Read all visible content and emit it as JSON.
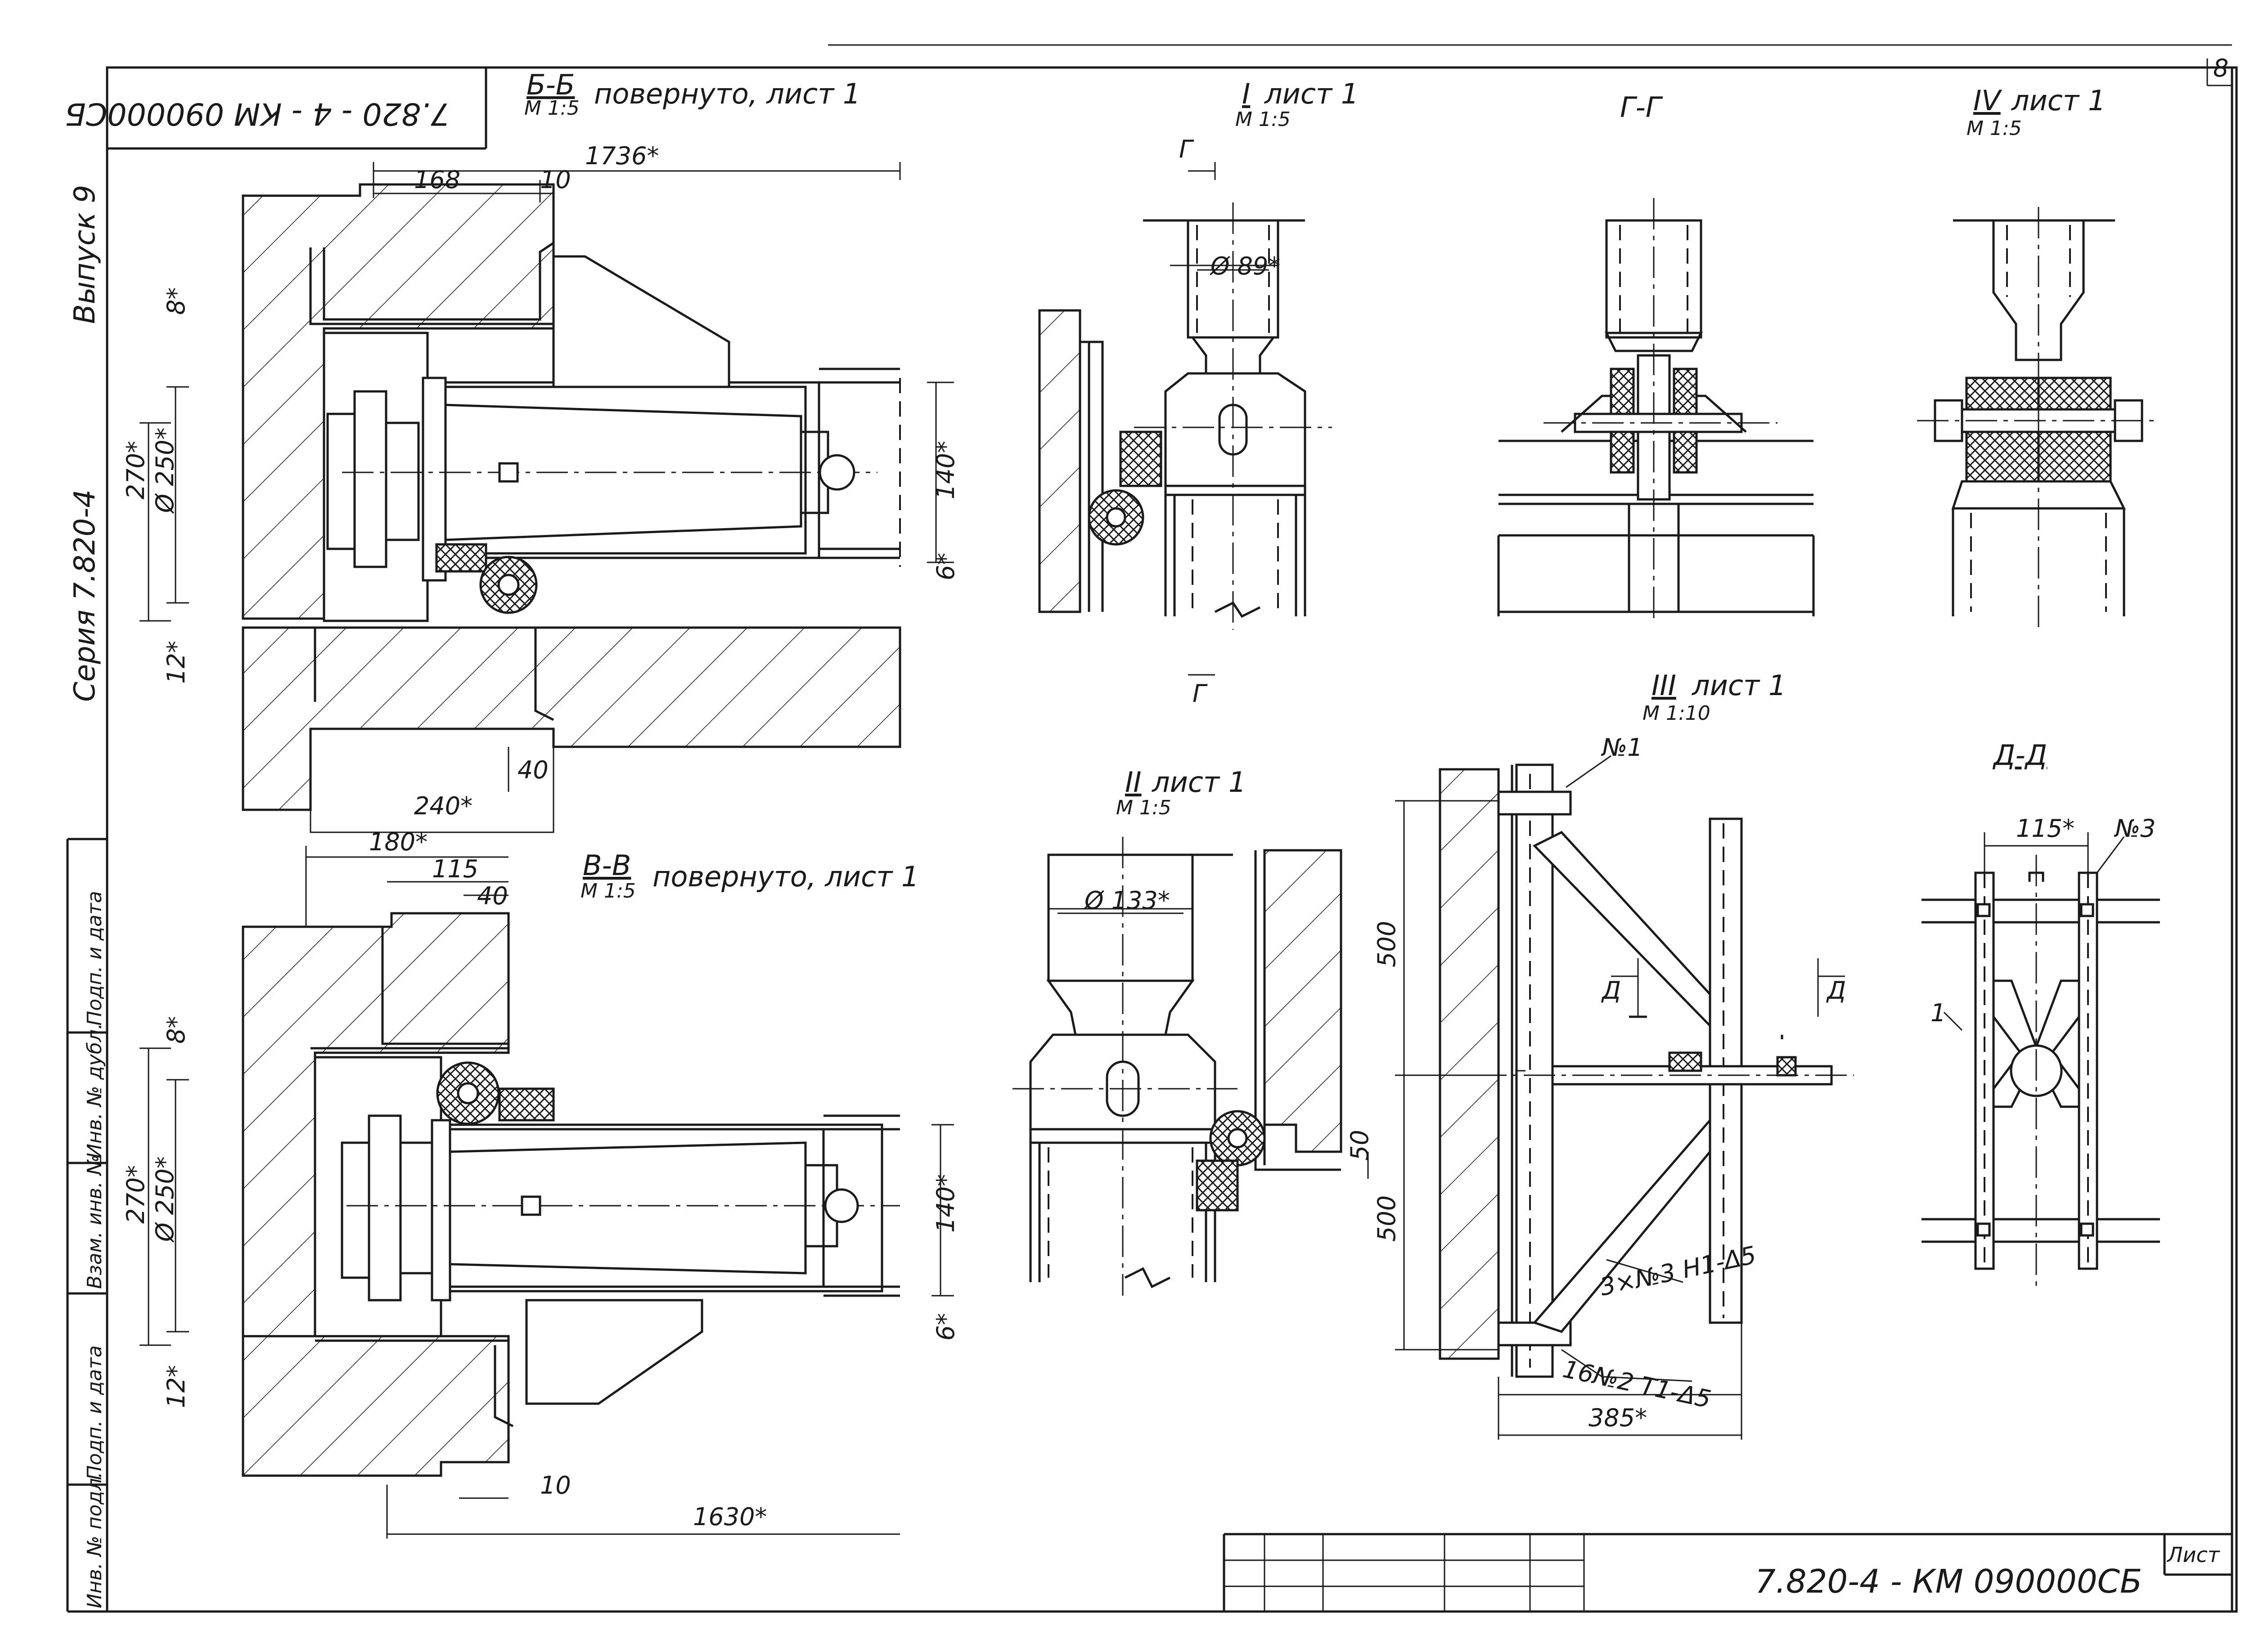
{
  "sheet_number": "8",
  "document_code": "7.820 - 4 - КМ 090000СБ",
  "side_labels": {
    "vypusk": "Выпуск 9",
    "seriya": "Серия 7.820-4"
  },
  "title_block_side": {
    "col1": "Подп. и дата",
    "col2": "Инв. № дубл.",
    "col3": "Взам. инв. №",
    "col4": "Подп. и дата",
    "col5": "Инв. № подл."
  },
  "stamp": {
    "code": "7.820-4 - КМ 090000СБ",
    "list_label": "Лист"
  },
  "views": {
    "bb": {
      "title_num": "Б-Б",
      "title_scale": "М 1:5",
      "title_rest": "повернуто, лист 1",
      "dims": {
        "d1736": "1736*",
        "d168": "168",
        "d10a": "10",
        "d8": "8*",
        "d270": "270*",
        "d250": "Ø 250*",
        "d140": "140*",
        "d6": "6*",
        "d12": "12*",
        "d40": "40",
        "d240": "240*"
      }
    },
    "vv": {
      "title_num": "В-В",
      "title_scale": "М 1:5",
      "title_rest": "повернуто, лист 1",
      "dims": {
        "d180": "180*",
        "d115": "115",
        "d40": "40",
        "d8": "8*",
        "d270": "270*",
        "d250": "Ø 250*",
        "d140": "140*",
        "d6": "6*",
        "d12": "12*",
        "d10": "10",
        "d1630": "1630*"
      }
    },
    "v1": {
      "title_num": "I",
      "title_rest": "лист 1",
      "title_scale": "М 1:5",
      "d89": "Ø 89*",
      "cut": "Г"
    },
    "gg": {
      "title": "Г-Г"
    },
    "v4": {
      "title_num": "IV",
      "title_rest": "лист 1",
      "title_scale": "М 1:5"
    },
    "v2": {
      "title_num": "II",
      "title_rest": "лист 1",
      "title_scale": "М 1:5",
      "d133": "Ø 133*"
    },
    "v3": {
      "title_num": "III",
      "title_rest": "лист 1",
      "title_scale": "М 1:10",
      "n1": "№1",
      "d500a": "500",
      "d500b": "500",
      "d50": "50",
      "weld1": "3×№3  Н1-Δ5",
      "weld2": "16№2  Т1-Δ5",
      "d385": "385*",
      "cut": "Д"
    },
    "dd": {
      "title": "Д-Д",
      "d115": "115*",
      "n3": "№3",
      "d1": "1"
    }
  }
}
